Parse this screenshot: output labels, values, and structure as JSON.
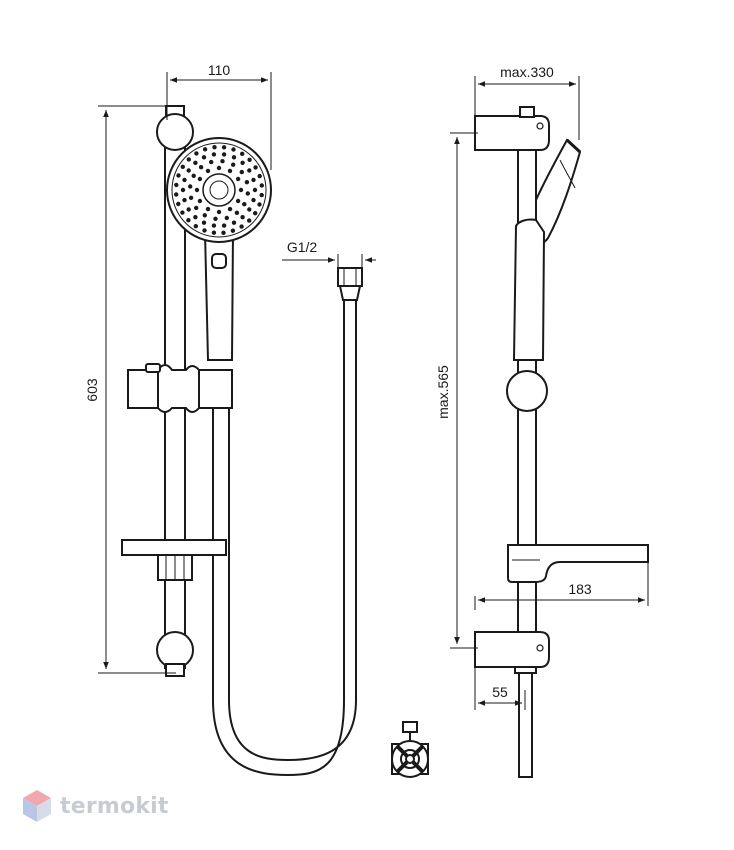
{
  "dimensions": {
    "front_width": "110",
    "front_height": "603",
    "connection": "G1/2",
    "side_projection": "max.330",
    "side_height": "max.565",
    "shelf_depth": "183",
    "wall_offset": "55"
  },
  "brand": {
    "name": "termokit",
    "colors": {
      "top": "#f2a7ad",
      "left": "#b9c7e6",
      "right": "#d7dcea"
    }
  }
}
